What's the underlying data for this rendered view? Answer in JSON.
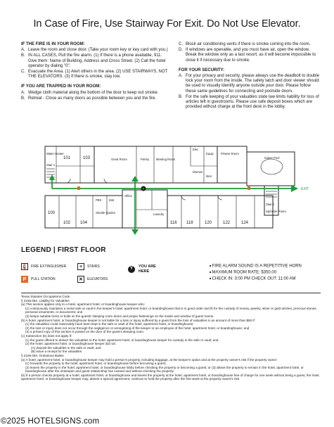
{
  "title": "In Case of Fire, Use Stairway For Exit. Do Not Use Elevator.",
  "left_col": {
    "fire_room_heading": "IF THE FIRE IS IN YOUR ROOM:",
    "fire_room_items": [
      {
        "k": "A.",
        "t": "Leave the room and close door. (Take your room key or key card with you.)"
      },
      {
        "k": "B.",
        "t": "IN ALL CASES, Pull the fire alarm. (1) If there is a phone available, 911. Give them: Name of Building, Address and Cross Street. (2) Call the hotel operator by dialing \"0\"."
      },
      {
        "k": "C.",
        "t": "Evacuate the Area. (1) Alert others in the area. (2) USE STAIRWAYS, NOT THE ELEVATORS. (3) If there is smoke, stay low."
      }
    ],
    "trapped_heading": "IF YOU ARE TRAPPED IN YOUR ROOM:",
    "trapped_items": [
      {
        "k": "A.",
        "t": "Wedge cloth material along the bottom of the door to keep out smoke."
      },
      {
        "k": "B.",
        "t": "Retreat - Close as many doors as possible between you and the fire."
      }
    ]
  },
  "right_col": {
    "items_top": [
      {
        "k": "C.",
        "t": "Block air conditioning vents if there is smoke coming into the room."
      },
      {
        "k": "D.",
        "t": "If windows are openable, and you must have air, open the window. Break the window only as a last resort, as it will become impossible to close it if necessary due to smoke."
      }
    ],
    "security_heading": "FOR YOUR SECURITY:",
    "security_items": [
      {
        "k": "A.",
        "t": "For your privacy and security, please always use the deadbolt to double lock your room from the inside. The safety latch and door viewer should be used to visually identify anyone outside your door. Please follow these same guidelines for connecting and poolside doors."
      },
      {
        "k": "B.",
        "t": "For the safe keeping of your valuables state law limits liability for loss of articles left in guestrooms. Please use safe deposit boxes which are provided without charge at the front desk in the lobby."
      }
    ]
  },
  "plan": {
    "labels": {
      "water_heater": "Water Heater",
      "stair1": "Stair 1",
      "stair2": "Stair 2",
      "great_room": "Great Room",
      "pantry": "Pantry",
      "meeting_room": "Meeting Room",
      "elec": "Elec",
      "equip": "Equip",
      "fitness_room": "Fitness Room",
      "indoor_pool": "Indoor Pool",
      "women": "Women",
      "men": "Men",
      "pbx": "PBX",
      "dist": "Dist",
      "office": "Office",
      "shuttle_garden": "Shuttle Garden",
      "laundry": "Laundry",
      "sprinkler_room": "Sprinkler Room",
      "exit": "EXIT"
    },
    "rooms_top": [
      "101",
      "103"
    ],
    "rooms_bottom_left": [
      "100",
      "102",
      "104"
    ],
    "rooms_bottom_right": [
      "116",
      "118",
      "120",
      "122",
      "124"
    ]
  },
  "legend": {
    "heading": "LEGEND  |  FIRST FLOOR",
    "fire_ext": "FIRE EXTINGUISHER",
    "pull_station": "PULL STATION",
    "stairs": "STAIRS",
    "elevators": "ELEVATORS",
    "you_are_here": "YOU ARE HERE",
    "facts": [
      "FIRE ALARM SOUND IS A REPETITIVE HORN",
      "MAXIMUM ROOM RATE: $350.00",
      "CHECK IN: 3:00 PM    CHECK OUT: 11:00 AM"
    ]
  },
  "law": {
    "l1": "Texas Statutes Occupations Code",
    "l2": "§ 2155.052. Liability for Valuables",
    "l3": "(a) This section applies only to a hotel, apartment hotel, or boardinghouse keeper who:",
    "l4": "(1) continuously maintains a metal safe or vault in the keeper's hotel, apartment hotel, or boardinghouse that is in good order and fit for the custody of money, jewelry, silver or gold articles, precious stones, personal ornaments, or documents; and",
    "l5": "(2) keeps suitable locks or bolts on the guests' sleeping room doors and proper fastenings on the inside and window of guest rooms.",
    "l6": "(b) A hotel, apartment hotel, or boardinghouse keeper is not liable for a loss or injury suffered by a guest from the loss of valuables in an amount of more than $50 if:",
    "l7": "(1) the valuables could reasonably have been kept in the safe or vault of the hotel, apartment hotel, or boardinghouse;",
    "l8": "(2) the loss or injury does not occur through the negligence or wrongdoing of the keeper or an employee of the hotel, apartment hotel, or boardinghouse; and",
    "l9": "(3) a printed copy of this section is posted on the door of the guest's sleeping room.",
    "l10": "(c) Subsection (b) does not apply if:",
    "l11": "(1) the guest offered to deliver the valuables to the hotel, apartment hotel, or boardinghouse keeper for custody in the safe or vault; and",
    "l12": "(2) the hotel, apartment hotel, or boardinghouse keeper did not:",
    "l13": "(A) deposit the valuables in the safe or vault; and",
    "l14": "(B) issue a receipt for the valuables.",
    "l15": "§ 2155.053. Gratuitous Bailee",
    "l16": "(a) A hotel, apartment hotel, or boardinghouse keeper may hold a person's property, including baggage, at the keeper's option and at the property owner's risk if the property owner:",
    "l17": "(1) forwards the property to the hotel, apartment hotel, or boardinghouse before becoming a guest;",
    "l18": "(2) leaves the property in the hotel, apartment hotel, or boardinghouse lobby before checking the property or becoming a guest; or (3) allows the property to remain in the hotel, apartment hotel, or boardinghouse after the innkeeper and guest relationship has ceased and without checking the property.",
    "l19": "(b) If a person checks property at a hotel, apartment hotel, or boardinghouse and leaves the property at the hotel, apartment hotel, or boardinghouse free of charge for one week without being a guest, the hotel, apartment hotel, or boardinghouse keeper may, absent a special agreement, continue to hold the property after the first week at the property owner's risk."
  },
  "footer": "©2025 HOTELSIGNS.com",
  "colors": {
    "exit_route": "#1f9a3a",
    "pull_station": "#e06a2a",
    "ink": "#1a1a1a"
  }
}
